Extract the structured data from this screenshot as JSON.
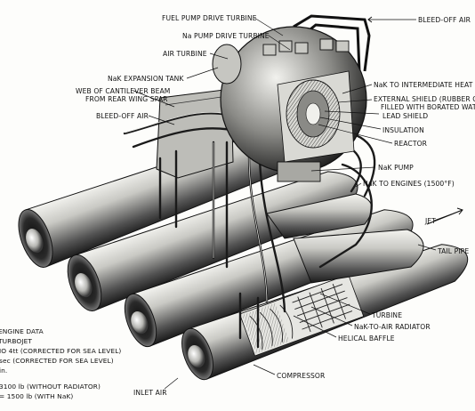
{
  "labels": {
    "fuel_pump_drive_turbine": "FUEL PUMP DRIVE TURBINE",
    "nak_pump_drive_turbine": "Na PUMP DRIVE TURBINE",
    "air_turbine": "AIR TURBINE",
    "nak_expansion_tank": "NaK EXPANSION TANK",
    "web_beam_1": "WEB OF CANTILEVER BEAM",
    "web_beam_2": "FROM REAR WING SPAR",
    "bleed_off_air_left": "BLEED-OFF AIR",
    "bleed_off_air_top": "BLEED-OFF AIR",
    "nak_to_intermediate": "NaK TO INTERMEDIATE HEAT E",
    "external_shield_1": "EXTERNAL SHIELD (RUBBER C",
    "external_shield_2": "FILLED WITH BORATED WATE",
    "lead_shield": "LEAD SHIELD",
    "insulation": "INSULATION",
    "reactor": "REACTOR",
    "nak_pump": "NaK PUMP",
    "nak_to_engines": "NaK TO ENGINES (1500°F)",
    "jet": "JET",
    "tail_pipe": "TAIL PIPE",
    "turbine": "TURBINE",
    "nak_to_air_radiator": "NaK-TO-AIR RADIATOR",
    "helical_baffle": "HELICAL BAFFLE",
    "compressor": "COMPRESSOR",
    "inlet_air": "INLET AIR"
  },
  "engine_data": [
    "ENGINE DATA",
    "TURBOJET",
    "IO 4tt (CORRECTED FOR SEA LEVEL)",
    "sec (CORRECTED FOR SEA LEVEL)",
    "in.",
    "3100 lb (WITHOUT RADIATOR)",
    "= 1500 lb (WITH NaK)"
  ]
}
